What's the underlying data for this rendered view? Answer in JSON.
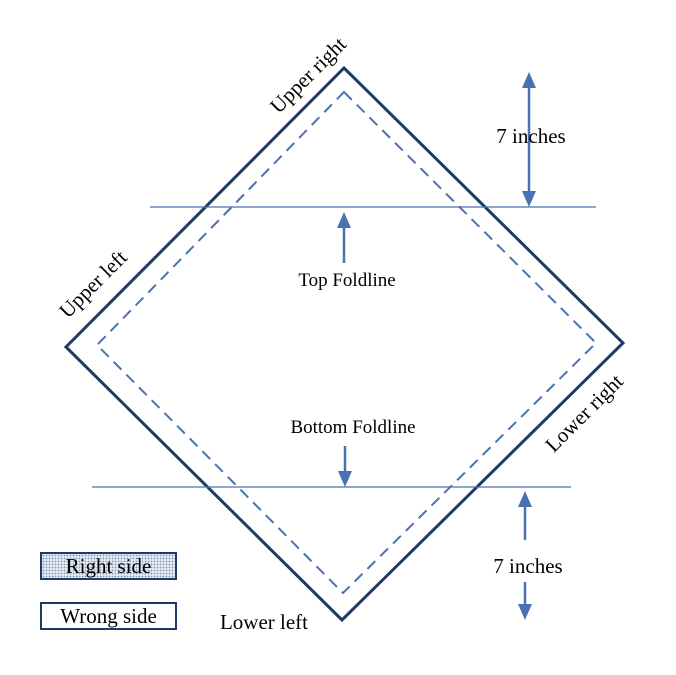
{
  "colors": {
    "outline": "#1f3b63",
    "guide": "#4a72b0",
    "arrow": "#4a72b0",
    "right_side_fill": "#e3e9f2"
  },
  "corners": {
    "upper_right": "Upper right",
    "upper_left": "Upper left",
    "lower_right": "Lower right",
    "lower_left": "Lower left"
  },
  "foldlines": {
    "top": "Top Foldline",
    "bottom": "Bottom Foldline"
  },
  "measurements": {
    "top": "7 inches",
    "bottom": "7 inches"
  },
  "legend": {
    "right_side": "Right side",
    "wrong_side": "Wrong side"
  }
}
